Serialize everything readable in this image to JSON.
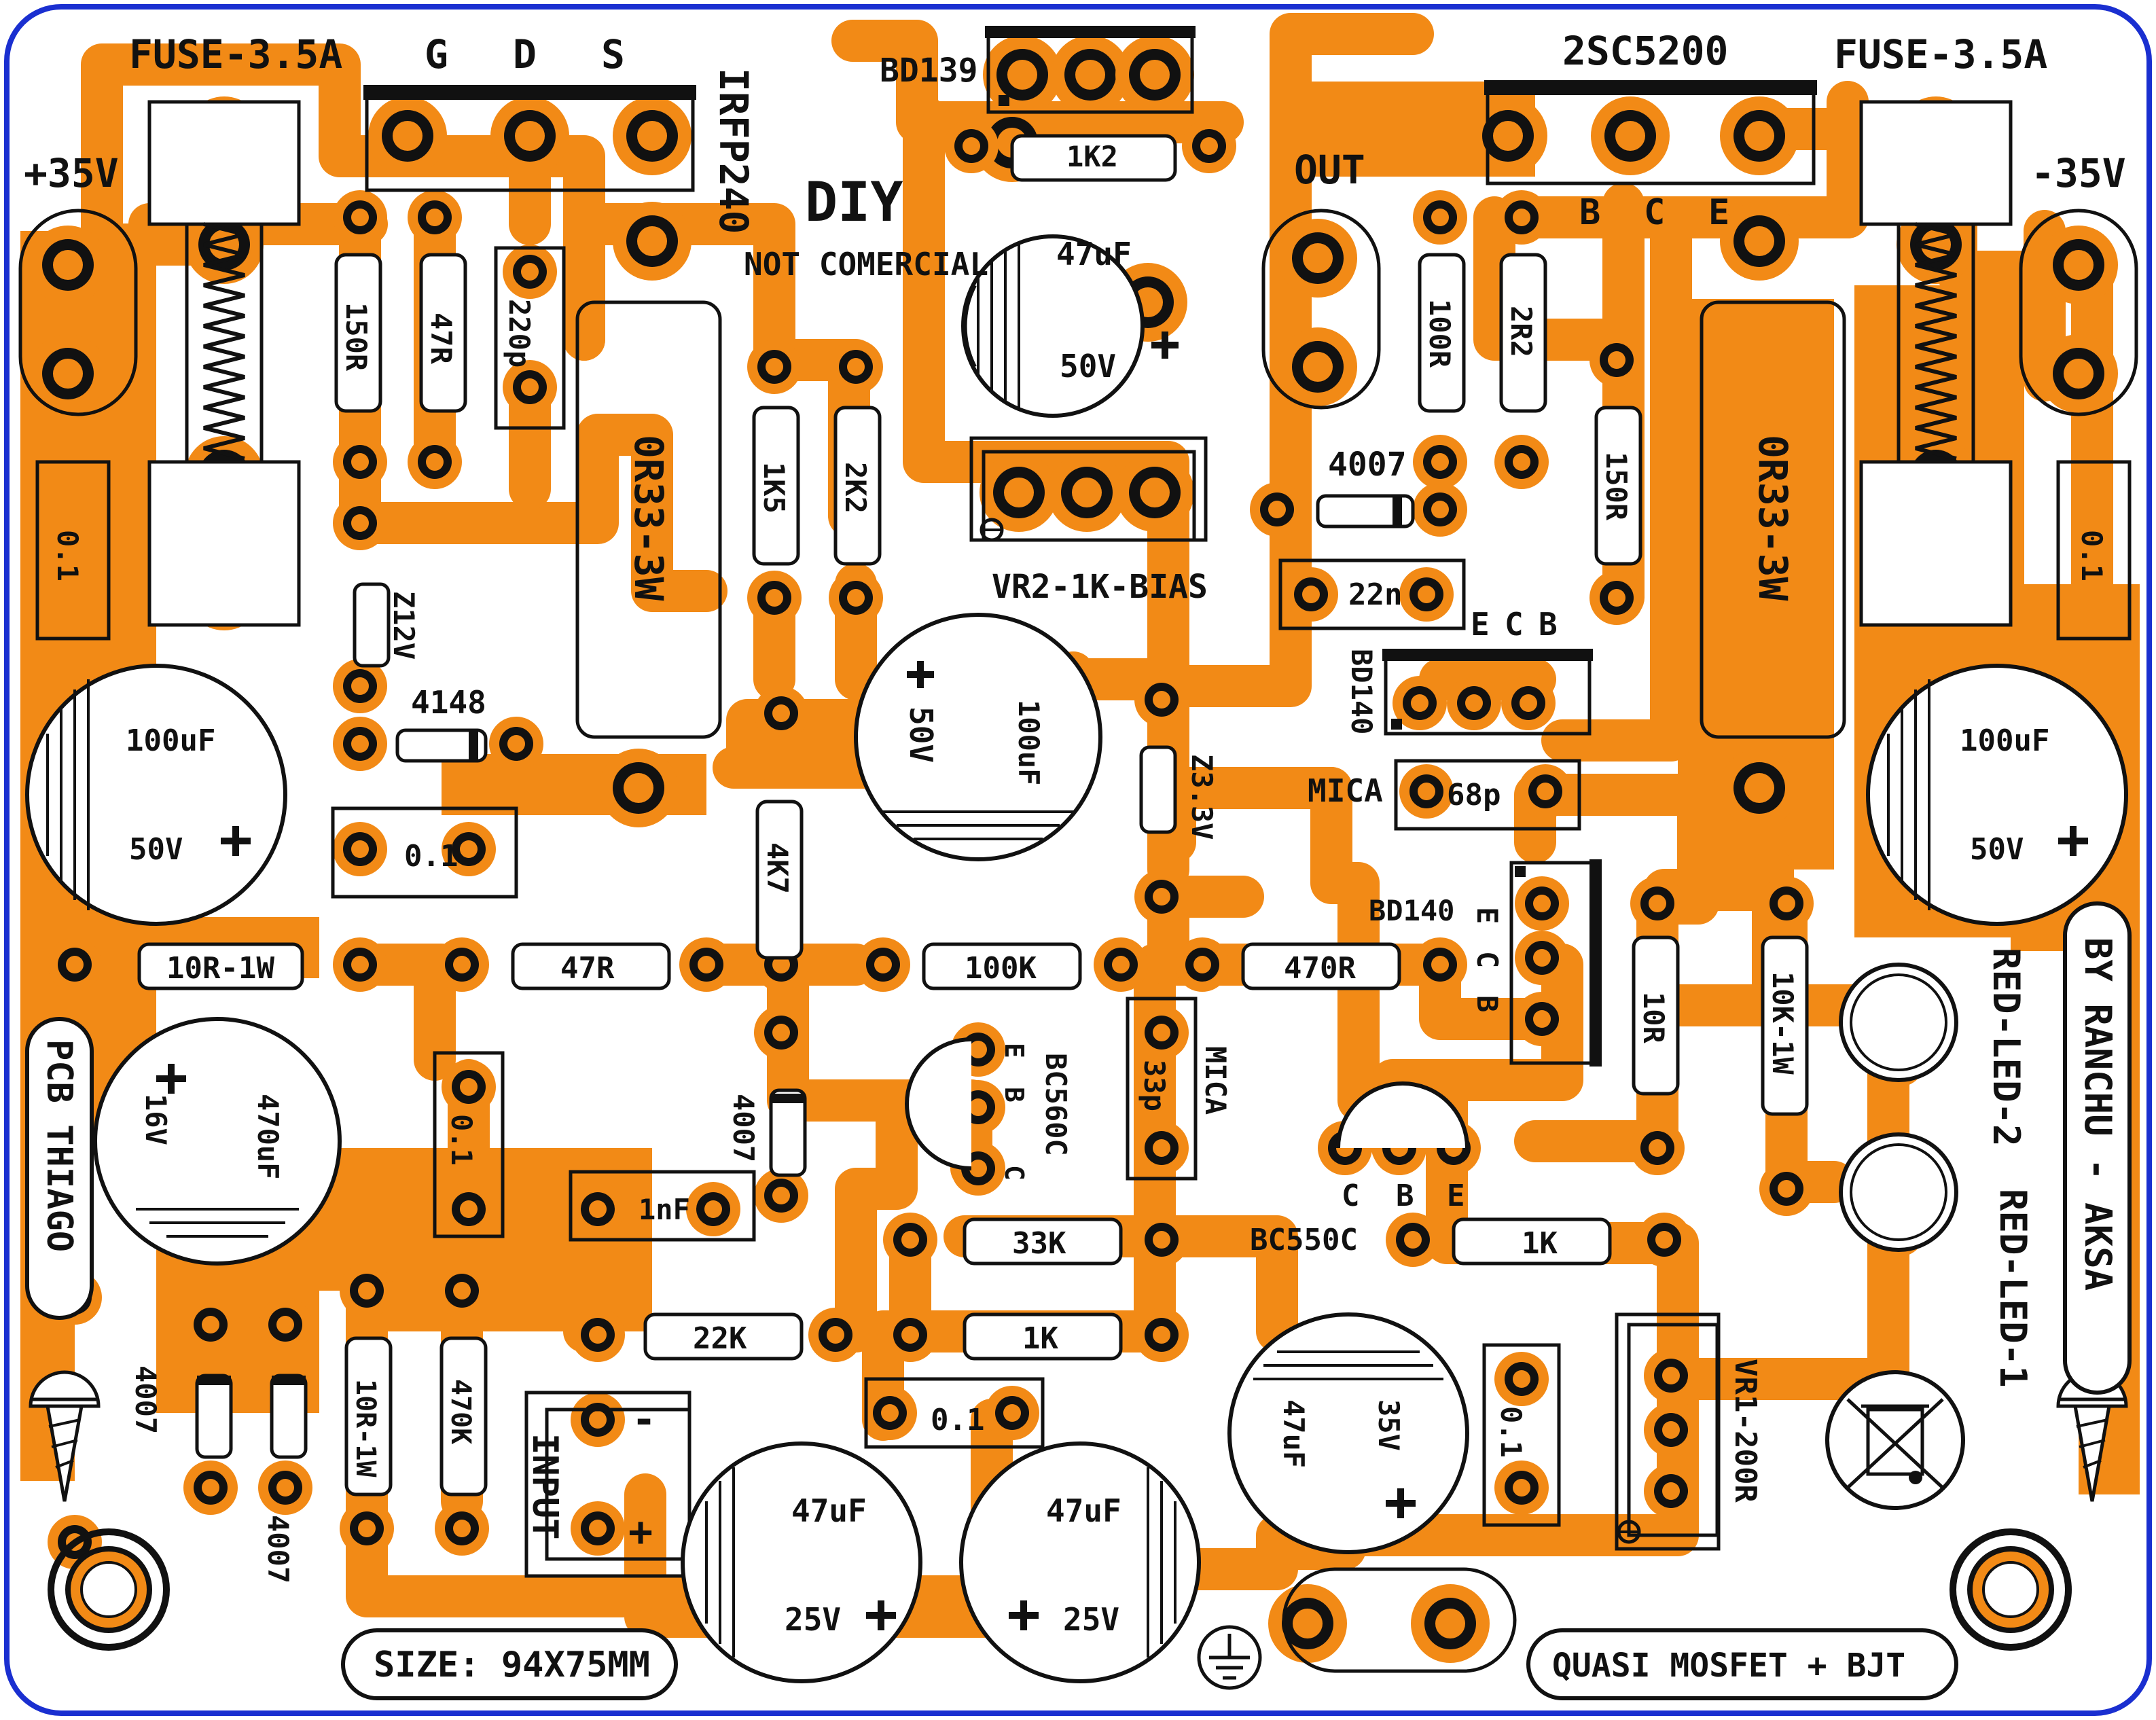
{
  "board": {
    "colors": {
      "copper": "#F28A16",
      "silk": "#111111",
      "background": "#ffffff",
      "border": "#1a2fd0"
    },
    "power": {
      "positive": "+35V",
      "negative": "-35V",
      "output": "OUT",
      "input": "INPUT",
      "input_minus": "-",
      "input_plus": "+"
    },
    "labels": {
      "diy": "DIY",
      "not_commercial": "NOT COMERCIAL",
      "size": "SIZE: 94X75MM",
      "title": "QUASI MOSFET + BJT",
      "pcb_author": "PCB THIAGO",
      "by": "BY RANCHU - AKSA",
      "led1": "RED-LED-1",
      "led2": "RED-LED-2"
    },
    "semis": {
      "irfp240": "IRFP240",
      "gds_g": "G",
      "gds_d": "D",
      "gds_s": "S",
      "c5200": "2SC5200",
      "bce_b": "B",
      "bce_c": "C",
      "bce_e": "E",
      "bd139": "BD139",
      "bd140a": "BD140",
      "bd140b": "BD140",
      "ecb_e": "E",
      "ecb_c": "C",
      "ecb_b": "B",
      "bc560": "BC560C",
      "bc550": "BC550C",
      "vr2": "VR2-1K-BIAS",
      "vr1": "VR1-200R",
      "fuse_left": "FUSE-3.5A",
      "fuse_right": "FUSE-3.5A"
    },
    "resistors": {
      "r150a": "150R",
      "r47a": "47R",
      "r1k2": "1K2",
      "r1k5": "1K5",
      "r2k2": "2K2",
      "r100": "100R",
      "r2r2": "2R2",
      "r150b": "150R",
      "or33a": "0R33-3W",
      "or33b": "0R33-3W",
      "r10r1w": "10R-1W",
      "r47b": "47R",
      "r100k": "100K",
      "r470": "470R",
      "r4k7": "4K7",
      "r10r": "10R",
      "r10k1w": "10K-1W",
      "r33k": "33K",
      "r1ka": "1K",
      "r22k": "22K",
      "r1kb": "1K",
      "r10r1w_b": "10R-1W",
      "r470k": "470K"
    },
    "caps": {
      "c220p": "220p",
      "c47u_top": "47uF",
      "c47u_top_v": "50V",
      "c100u_mid": "100uF",
      "c100u_mid_v": "50V",
      "c100u_left": "100uF",
      "c100u_left_v": "50V",
      "c100u_right": "100uF",
      "c100u_right_v": "50V",
      "c22n": "22n",
      "c68p": "68p",
      "mica1": "MICA",
      "mica2": "MICA",
      "c33p": "33p",
      "c01a": "0.1",
      "c01b": "0.1",
      "c01c": "0.1",
      "c01d": "0.1",
      "c01e": "0.1",
      "c01f": "0.1",
      "c1nf": "1nF",
      "c470u": "470uF",
      "c470u_v": "16V",
      "c47u_a": "47uF",
      "c47u_a_v": "25V",
      "c47u_b": "47uF",
      "c47u_b_v": "25V",
      "c47u_c": "47uF",
      "c47u_c_v": "35V"
    },
    "diodes": {
      "d4007a": "4007",
      "d4007b": "4007",
      "d4007c": "4007",
      "d4007d": "4007",
      "d4148": "4148",
      "z12": "Z12V",
      "z33": "Z3.3V"
    }
  }
}
